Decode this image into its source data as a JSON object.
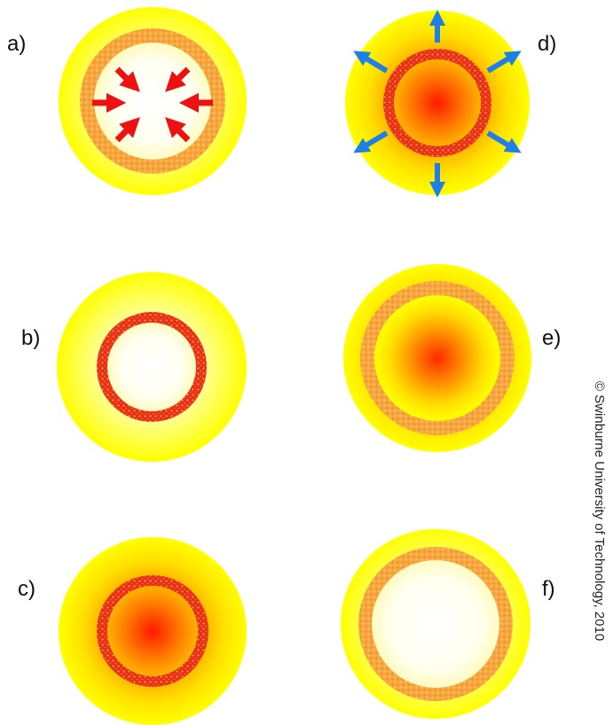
{
  "panels": {
    "a": {
      "label": "a)",
      "core": "cool",
      "shell": "orange",
      "arrows": "inward"
    },
    "b": {
      "label": "b)",
      "core": "cool",
      "shell": "red"
    },
    "c": {
      "label": "c)",
      "core": "hot",
      "shell": "red"
    },
    "d": {
      "label": "d)",
      "core": "hot",
      "shell": "red",
      "arrows": "outward"
    },
    "e": {
      "label": "e)",
      "core": "hot",
      "shell": "orange"
    },
    "f": {
      "label": "f)",
      "core": "cool",
      "shell": "orange"
    }
  },
  "credit": "© Swinburne University of Technology, 2010",
  "colors": {
    "envelope_yellow": "#ffff00",
    "shell_orange": "#f7a53c",
    "shell_red": "#e8301a",
    "hot_core": "#ff2a00",
    "cool_core": "#fffff0",
    "inward_arrow": "#ee1111",
    "outward_arrow": "#1e7fe6"
  }
}
